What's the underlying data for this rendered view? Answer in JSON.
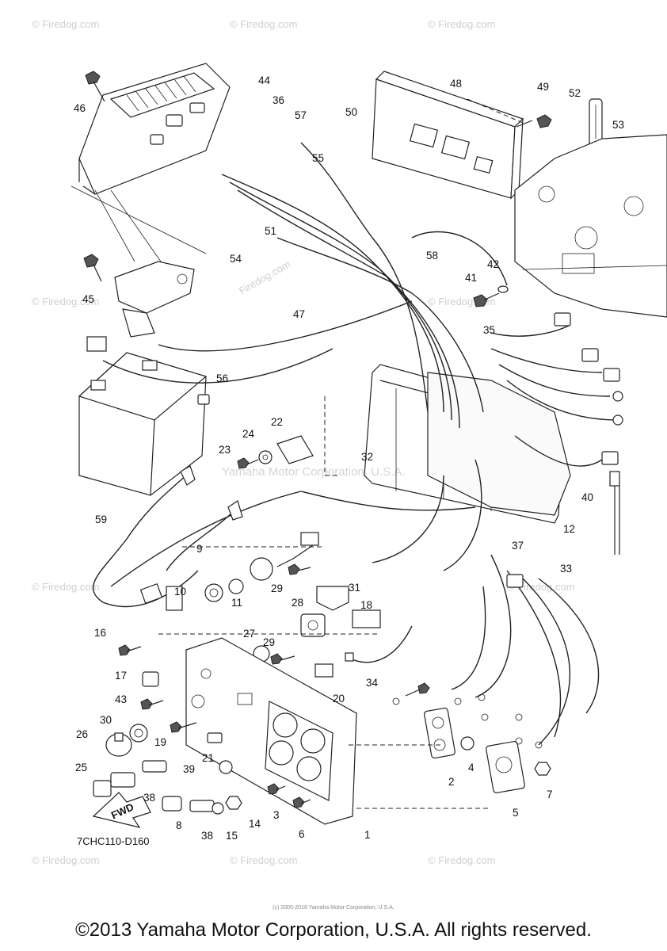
{
  "diagram": {
    "drawing_code": "7CHC110-D160",
    "fwd_arrow_text": "FWD",
    "watermark_brand": "© Firedog.com",
    "watermark_inline": "Firedog.com",
    "watermark_center": "Yamaha Motor Corporation, U.S.A.",
    "tiny_note": "(c) 2005-2016 Yamaha Motor Corporation, U.S.A.",
    "copyright": "©2013 Yamaha Motor Corporation, U.S.A. All rights reserved.",
    "part_numbers": [
      "1",
      "2",
      "3",
      "4",
      "5",
      "6",
      "7",
      "8",
      "9",
      "10",
      "11",
      "12",
      "14",
      "15",
      "16",
      "17",
      "18",
      "19",
      "20",
      "21",
      "22",
      "23",
      "24",
      "25",
      "26",
      "27",
      "28",
      "29",
      "29",
      "30",
      "31",
      "32",
      "33",
      "34",
      "35",
      "36",
      "37",
      "38",
      "38",
      "39",
      "40",
      "41",
      "42",
      "43",
      "44",
      "45",
      "46",
      "47",
      "48",
      "49",
      "50",
      "51",
      "52",
      "53",
      "54",
      "55",
      "56",
      "57",
      "58",
      "59"
    ]
  }
}
